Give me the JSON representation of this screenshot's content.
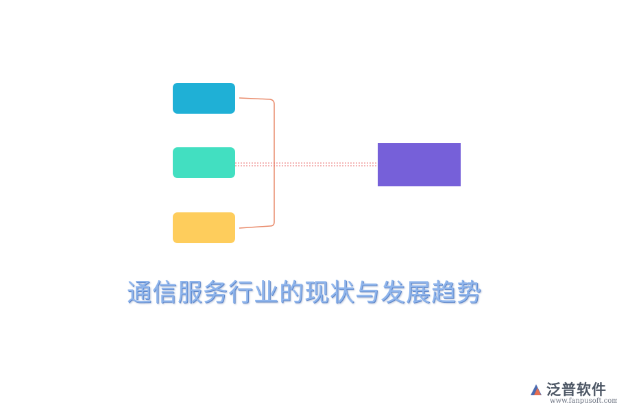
{
  "diagram": {
    "title": "通信服务行业的现状与发展趋势",
    "colors": {
      "box_1": "#1fb0d6",
      "box_2": "#42dfc1",
      "box_3": "#fecd5c",
      "target": "#7660d9",
      "bracket": "#e98a6a",
      "dotted_link": "#e86b6b"
    }
  },
  "brand": {
    "name": "泛普软件",
    "url": "www.fanpusoft.com",
    "logo_icon": "fanpu-logo-icon"
  }
}
